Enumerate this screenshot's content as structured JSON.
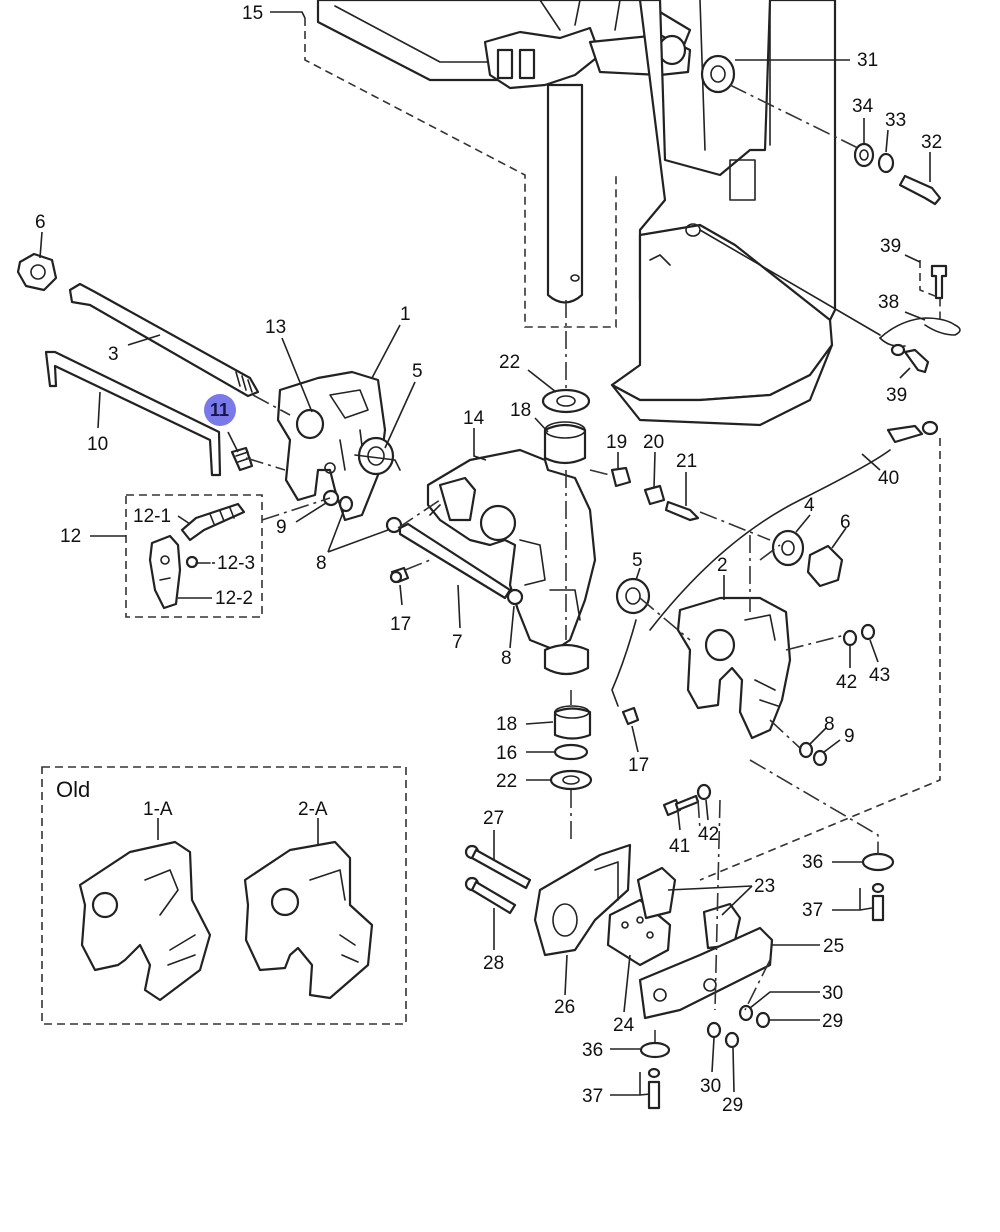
{
  "diagram": {
    "labels": {
      "l15": "15",
      "l31": "31",
      "l34": "34",
      "l33": "33",
      "l32": "32",
      "l6a": "6",
      "l39a": "39",
      "l38": "38",
      "l39b": "39",
      "l3": "3",
      "l13": "13",
      "l1": "1",
      "l5a": "5",
      "l22a": "22",
      "l18a": "18",
      "l10": "10",
      "l11": "11",
      "l14": "14",
      "l19": "19",
      "l20": "20",
      "l21": "21",
      "l40": "40",
      "l12": "12",
      "l12_1": "12-1",
      "l12_3": "12-3",
      "l12_2": "12-2",
      "l9a": "9",
      "l8a": "8",
      "l4": "4",
      "l6b": "6",
      "l5b": "5",
      "l2": "2",
      "l17a": "17",
      "l7": "7",
      "l8b": "8",
      "l42a": "42",
      "l43": "43",
      "l18b": "18",
      "l16": "16",
      "l22b": "22",
      "l17b": "17",
      "l8c": "8",
      "l9b": "9",
      "old": "Old",
      "l1A": "1-A",
      "l2A": "2-A",
      "l27": "27",
      "l41": "41",
      "l42b": "42",
      "l36a": "36",
      "l37a": "37",
      "l23": "23",
      "l25": "25",
      "l28": "28",
      "l26": "26",
      "l24": "24",
      "l30a": "30",
      "l29a": "29",
      "l36b": "36",
      "l37b": "37",
      "l30b": "30",
      "l29b": "29"
    },
    "highlight_color": "#6a6ae8"
  }
}
